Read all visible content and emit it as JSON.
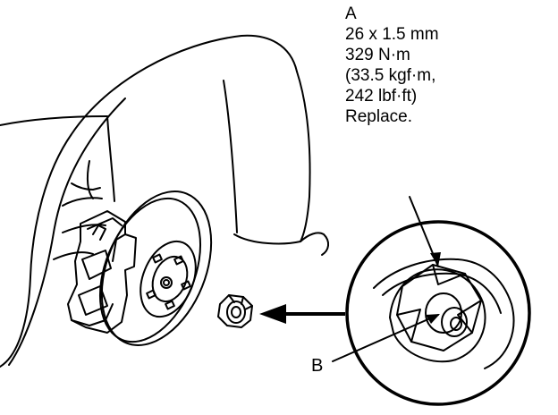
{
  "callout_a": {
    "letter": "A",
    "size": "26 x 1.5 mm",
    "torque_nm": "329 N·m",
    "torque_kgfm": "(33.5 kgf·m,",
    "torque_lbfft": "242 lbf·ft)",
    "note": "Replace."
  },
  "label_b": "B"
}
